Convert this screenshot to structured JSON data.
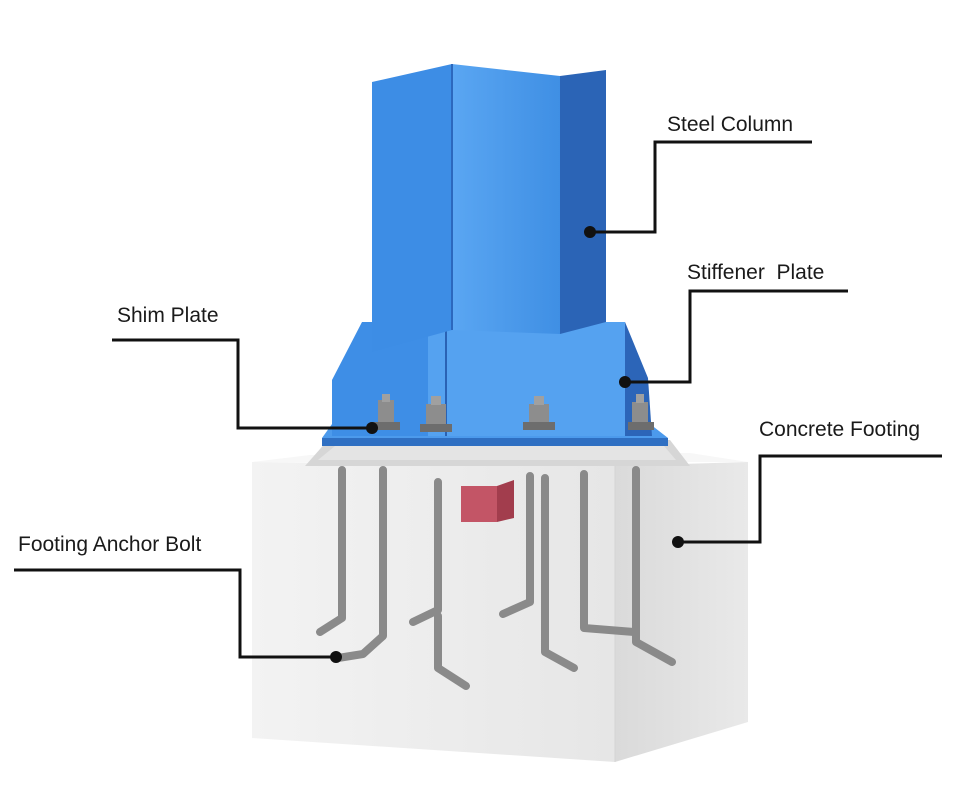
{
  "labels": {
    "steel_column": "Steel Column",
    "stiffener_plate": "Stiffener  Plate",
    "shim_plate": "Shim Plate",
    "concrete_footing": "Concrete Footing",
    "footing_anchor_bolt": "Footing Anchor Bolt"
  },
  "colors": {
    "steel_blue": "#3b8de6",
    "steel_dark": "#2a62b4",
    "concrete": "#ececec",
    "anchor_bolt": "#8a8a8a",
    "shim": "#b5495a",
    "leader_line": "#111111"
  }
}
